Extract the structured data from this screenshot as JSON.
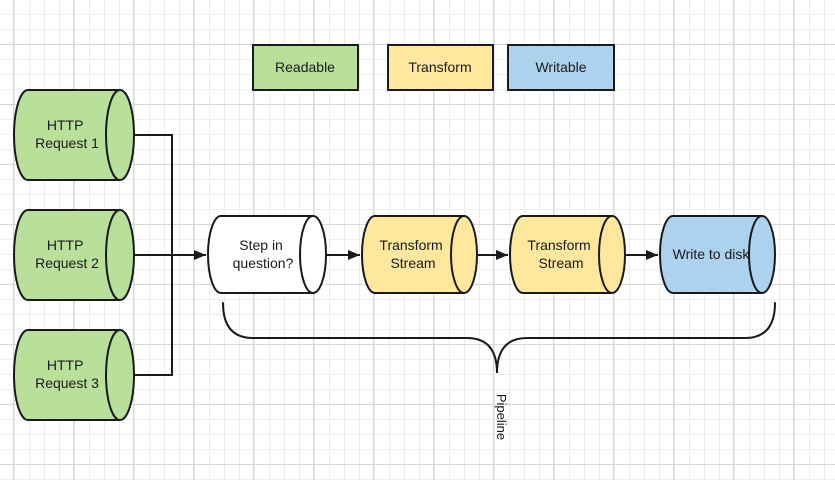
{
  "colors": {
    "readable": "#b8e09a",
    "transform": "#ffe89e",
    "writable": "#abd3ee",
    "node_white": "#ffffff"
  },
  "legend": {
    "items": [
      {
        "label": "Readable"
      },
      {
        "label": "Transform"
      },
      {
        "label": "Writable"
      }
    ]
  },
  "nodes": {
    "sources": [
      {
        "lines": [
          "HTTP",
          "Request 1"
        ]
      },
      {
        "lines": [
          "HTTP",
          "Request 2"
        ]
      },
      {
        "lines": [
          "HTTP",
          "Request 3"
        ]
      }
    ],
    "steps": [
      {
        "lines": [
          "Step in",
          "question?"
        ]
      },
      {
        "lines": [
          "Transform",
          "Stream"
        ]
      },
      {
        "lines": [
          "Transform",
          "Stream"
        ]
      },
      {
        "lines": [
          "Write to disk"
        ]
      }
    ]
  },
  "annotations": {
    "pipeline_label": "Pipeline"
  }
}
